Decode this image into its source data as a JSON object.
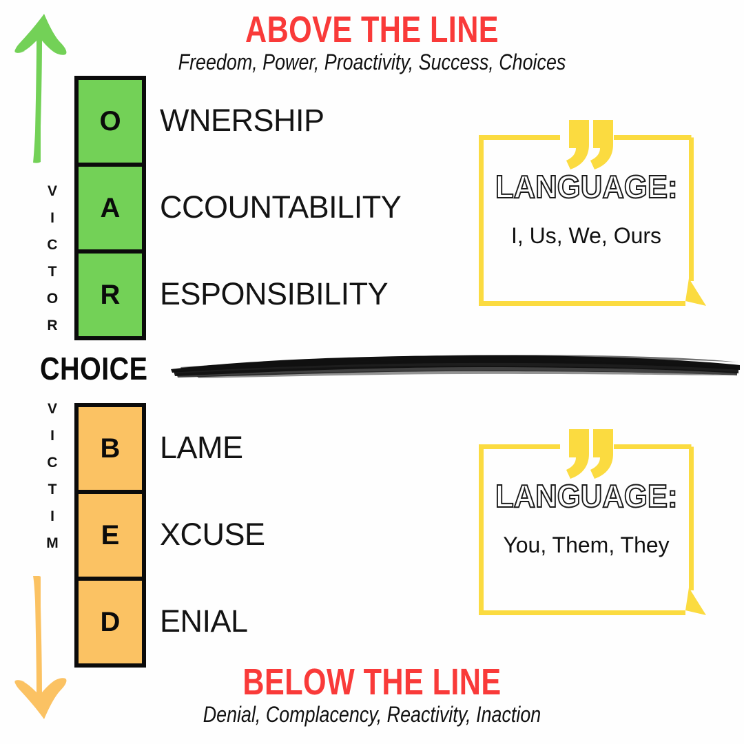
{
  "colors": {
    "red": "#F93A39",
    "green": "#73D157",
    "orange": "#FBC263",
    "yellow": "#FBDB40",
    "black": "#0B0B0B",
    "background": "#FEFEFE"
  },
  "banner_top": {
    "title": "ABOVE THE LINE",
    "subtitle": "Freedom, Power, Proactivity, Success, Choices"
  },
  "banner_bottom": {
    "title": "BELOW THE LINE",
    "subtitle": "Denial, Complacency, Reactivity, Inaction"
  },
  "side_labels": {
    "above": "VICTOR",
    "below": "VICTIM"
  },
  "divider": {
    "label": "CHOICE"
  },
  "above_the_line": {
    "acronym": "OAR",
    "rows": [
      {
        "initial": "O",
        "remainder": "WNERSHIP",
        "full": "OWNERSHIP"
      },
      {
        "initial": "A",
        "remainder": "CCOUNTABILITY",
        "full": "ACCOUNTABILITY"
      },
      {
        "initial": "R",
        "remainder": "ESPONSIBILITY",
        "full": "RESPONSIBILITY"
      }
    ]
  },
  "below_the_line": {
    "acronym": "BED",
    "rows": [
      {
        "initial": "B",
        "remainder": "LAME",
        "full": "BLAME"
      },
      {
        "initial": "E",
        "remainder": "XCUSE",
        "full": "EXCUSE"
      },
      {
        "initial": "D",
        "remainder": "ENIAL",
        "full": "DENIAL"
      }
    ]
  },
  "quote_top": {
    "heading": "LANGUAGE:",
    "body": "I, Us, We, Ours"
  },
  "quote_bottom": {
    "heading": "LANGUAGE:",
    "body": "You, Them, They"
  },
  "icons": {
    "arrow_up": "arrow-up-brush-icon",
    "arrow_down": "arrow-down-brush-icon",
    "quote_mark": "quotation-mark-icon",
    "brush_line": "brush-stroke-divider-icon"
  }
}
